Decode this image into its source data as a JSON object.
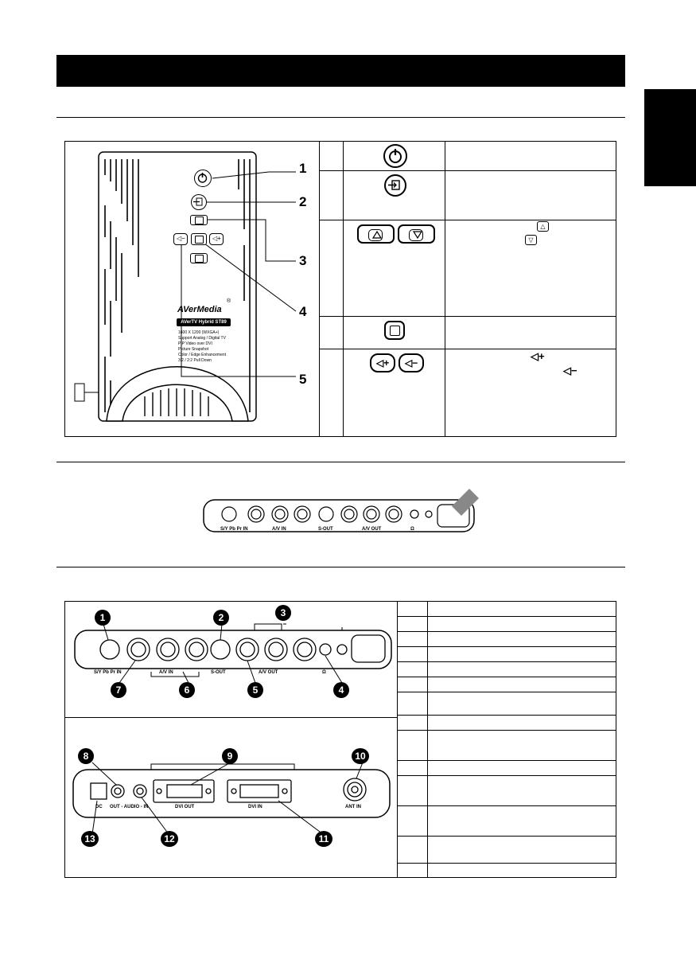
{
  "front_panel": {
    "callouts": [
      "1",
      "2",
      "3",
      "4",
      "5"
    ],
    "brand": "AVerMedia",
    "registered_mark": "®",
    "model_label": "AVerTV Hybrid ST89",
    "features": [
      "1600 X 1200 (WXGA+)",
      "Support Analog / Digital TV",
      "PIP Video over DVI",
      "Picture Snapshot",
      "Color / Edge Enhancement",
      "3:2 / 2:2 Pull Down"
    ]
  },
  "button_table": {
    "rows": [
      {
        "icon": "power-icon"
      },
      {
        "icon": "source-icon"
      },
      {
        "icon": "channel-up-down-icon",
        "desc_icons": [
          "triangle-up-icon",
          "triangle-down-icon"
        ]
      },
      {
        "icon": "menu-icon"
      },
      {
        "icon": "volume-up-down-icon",
        "desc_icons": [
          "volume-up-icon",
          "volume-down-icon"
        ]
      }
    ]
  },
  "side_panel_labels": [
    "S/Y Pb Pr IN",
    "A/V IN",
    "S-OUT",
    "A/V OUT",
    "Ω"
  ],
  "ports_top": {
    "labels": [
      "S/Y Pb Pr IN",
      "A/V IN",
      "S-OUT",
      "A/V OUT",
      "Ω"
    ],
    "badges_top": [
      "1",
      "2",
      "3"
    ],
    "badges_bottom": [
      "7",
      "6",
      "5",
      "4"
    ]
  },
  "ports_bottom": {
    "labels": [
      "DC",
      "OUT - AUDIO - IN",
      "DVI OUT",
      "DVI IN",
      "ANT IN"
    ],
    "badges_top": [
      "8",
      "9",
      "10"
    ],
    "badges_bottom": [
      "13",
      "12",
      "11"
    ]
  },
  "port_table_rows": 14
}
